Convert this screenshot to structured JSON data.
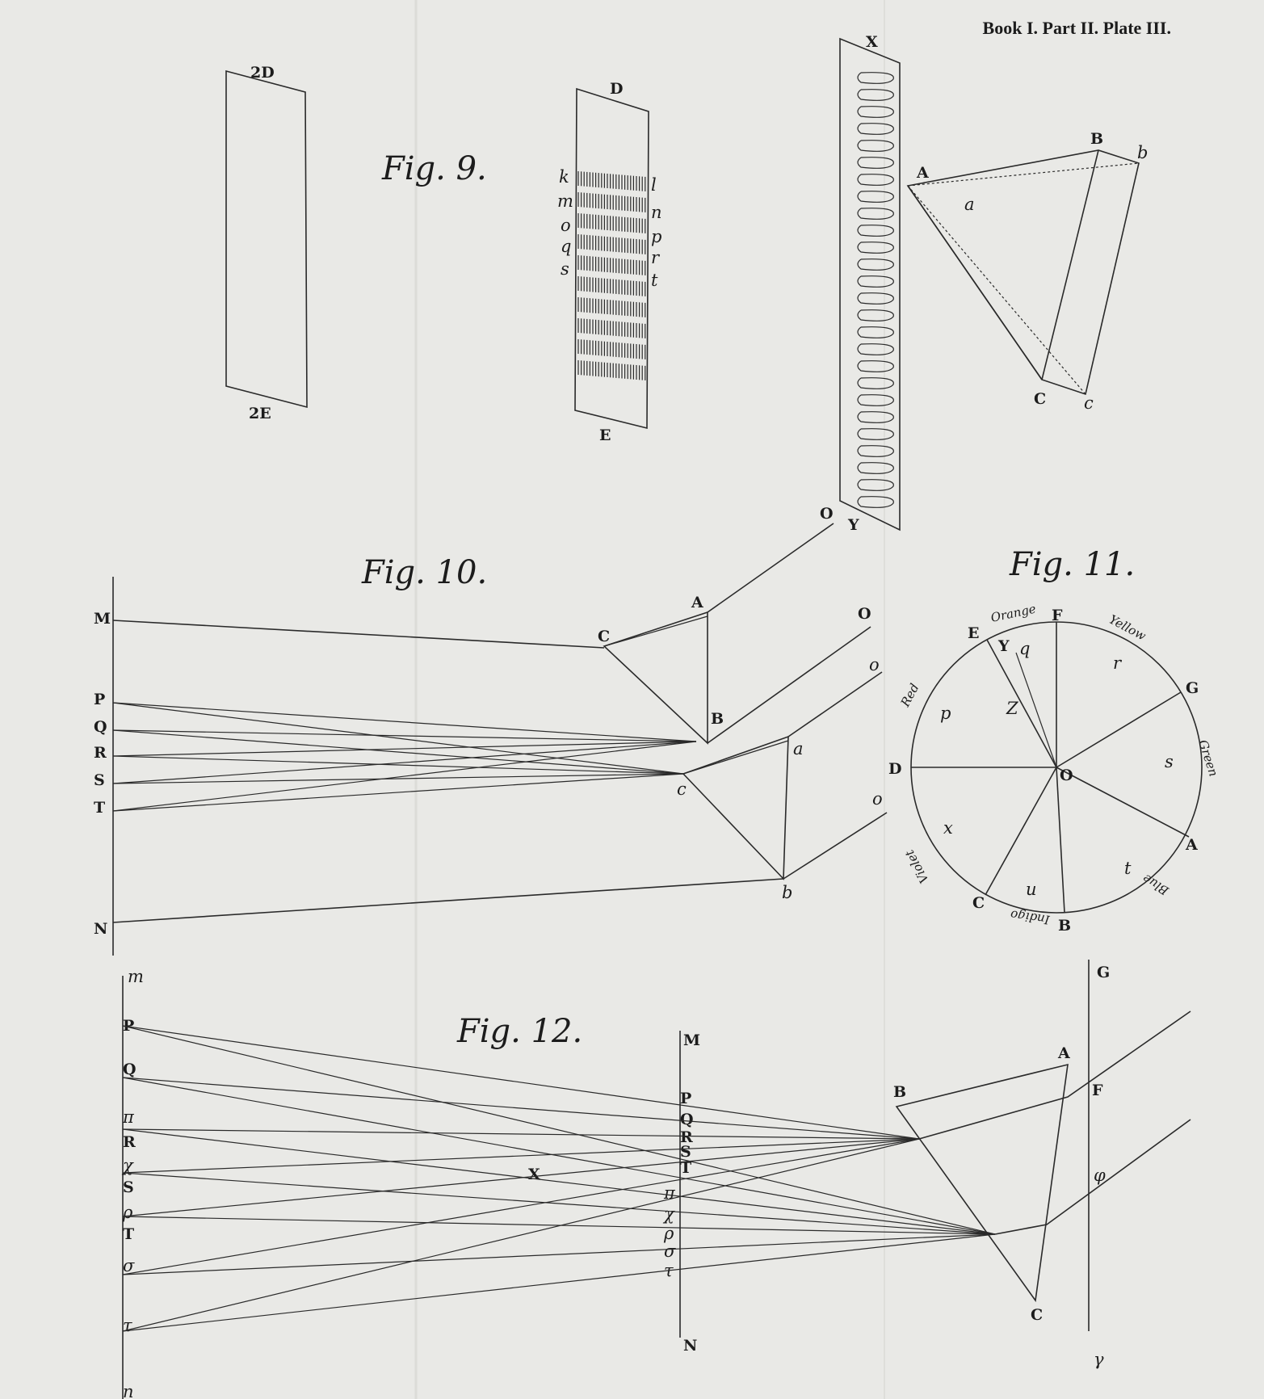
{
  "header": "Book I. Part II. Plate III.",
  "figures": {
    "fig9": {
      "title": "Fig. 9.",
      "strip1": {
        "top": "2D",
        "bottom": "2E"
      },
      "strip2": {
        "top": "D",
        "bottom": "E",
        "left": [
          "k",
          "m",
          "o",
          "q",
          "s"
        ],
        "right": [
          "l",
          "n",
          "p",
          "r",
          "t"
        ]
      },
      "plate": {
        "top": "X",
        "bottom": "Y",
        "side": "O"
      },
      "prism": {
        "A": "A",
        "B": "B",
        "b": "b",
        "a": "a",
        "C": "C",
        "c": "c"
      }
    },
    "fig10": {
      "title": "Fig. 10.",
      "screen": [
        "M",
        "P",
        "Q",
        "R",
        "S",
        "T",
        "N"
      ],
      "prism1": [
        "A",
        "B",
        "C"
      ],
      "prism2": [
        "a",
        "b",
        "c"
      ],
      "rays": [
        "O",
        "o",
        "o"
      ]
    },
    "fig11": {
      "title": "Fig. 11.",
      "points": [
        "D",
        "E",
        "F",
        "G",
        "A",
        "B",
        "C",
        "O",
        "Y",
        "Z"
      ],
      "arc_points": [
        "p",
        "q",
        "r",
        "s",
        "t",
        "u",
        "x"
      ],
      "colors": [
        "Red",
        "Orange",
        "Yellow",
        "Green",
        "Blue",
        "Indigo",
        "Violet"
      ]
    },
    "fig12": {
      "title": "Fig. 12.",
      "left_screen": [
        "m",
        "P",
        "Q",
        "π",
        "R",
        "χ",
        "S",
        "ρ",
        "T",
        "σ",
        "τ",
        "n"
      ],
      "mid_screen": [
        "M",
        "P",
        "Q",
        "R",
        "S",
        "T",
        "π",
        "χ",
        "ρ",
        "σ",
        "τ",
        "N"
      ],
      "cross_point": "X",
      "prism": [
        "A",
        "B",
        "C"
      ],
      "right_line": [
        "G",
        "F",
        "φ",
        "γ"
      ]
    }
  }
}
